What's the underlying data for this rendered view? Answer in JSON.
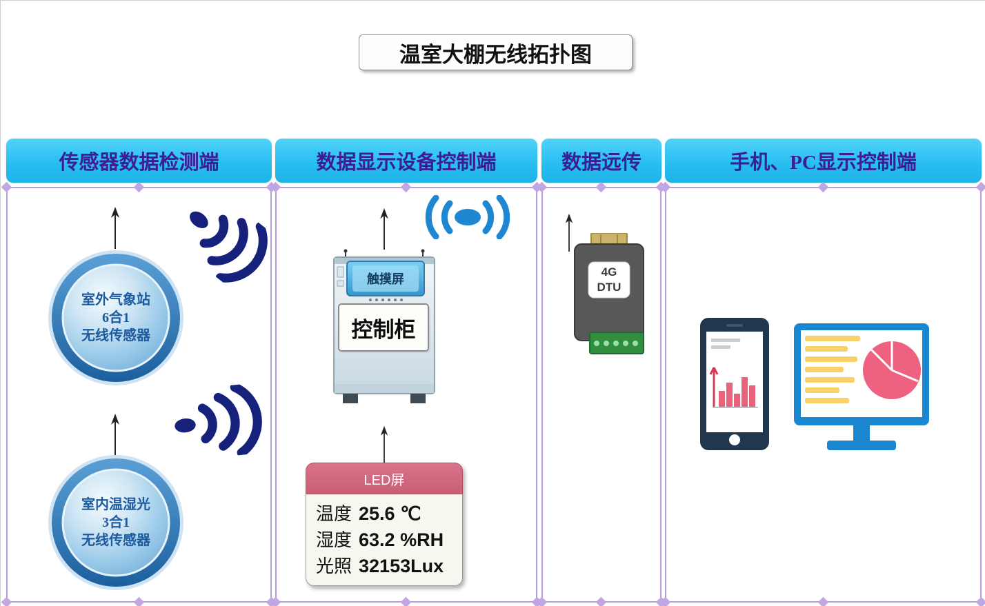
{
  "title": "温室大棚无线拓扑图",
  "sections": {
    "sensors": {
      "header": "传感器数据检测端",
      "outdoor_sensor": {
        "line1": "室外气象站",
        "line2": "6合1",
        "line3": "无线传感器"
      },
      "indoor_sensor": {
        "line1": "室内温湿光",
        "line2": "3合1",
        "line3": "无线传感器"
      }
    },
    "display_control": {
      "header": "数据显示设备控制端",
      "touch_screen": "触摸屏",
      "cabinet": "控制柜",
      "led_panel": {
        "title": "LED屏",
        "rows": [
          {
            "label": "温度",
            "value": "25.6 ℃"
          },
          {
            "label": "湿度",
            "value": "63.2 %RH"
          },
          {
            "label": "光照",
            "value": "32153Lux"
          }
        ]
      }
    },
    "remote": {
      "header": "数据远传",
      "dtu_line1": "4G",
      "dtu_line2": "DTU"
    },
    "clients": {
      "header": "手机、PC显示控制端"
    }
  },
  "icons": {
    "antenna": "antenna-icon",
    "wireless_signal": "wireless-signal-icon",
    "wifi_broadcast": "wifi-broadcast-icon",
    "smartphone": "smartphone-icon",
    "monitor": "monitor-icon"
  },
  "colors": {
    "header_bg": "#27bdf0",
    "header_text": "#3d1d96",
    "frame_border": "#b79ddc",
    "signal_navy": "#16217c",
    "wifi_blue": "#1f86d2",
    "led_header_pink": "#c95f76",
    "monitor_blue": "#1a87d0",
    "pie_pink": "#ee6180",
    "bar_yellow": "#f8d06c",
    "phone_navy": "#20374d",
    "dtu_gray": "#585858",
    "dtu_green": "#2f8f3f"
  }
}
